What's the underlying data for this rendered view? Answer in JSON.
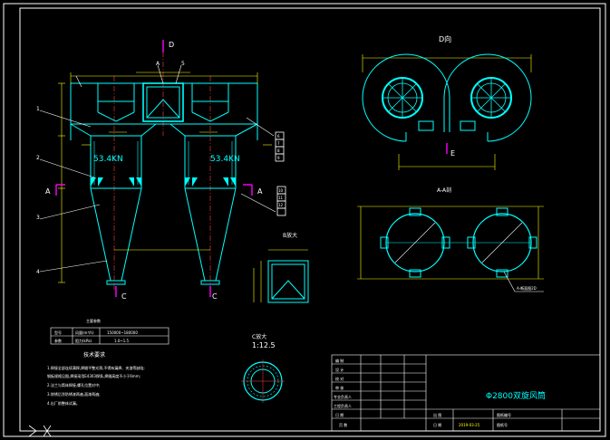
{
  "colors": {
    "background": "#000000",
    "frame": "#ffffff",
    "body_lines": "#00ffff",
    "dimensions": "#ffff00",
    "section_marks": "#ff00ff",
    "centerlines": "#ff4040",
    "text": "#ffffff"
  },
  "front_view": {
    "section_label_top": "D",
    "section_label_bottom_left": "C",
    "section_label_bottom_right": "C",
    "section_label_left": "A",
    "section_label_right": "A",
    "load_left": "53.4KN",
    "load_right": "53.4KN",
    "callout_left": [
      "1",
      "2",
      "3",
      "4"
    ],
    "callout_right_upper": [
      "6",
      "7",
      "8",
      "9"
    ],
    "callout_right_lower": [
      "10",
      "11",
      "12"
    ],
    "callout_top": [
      "A",
      "5"
    ]
  },
  "top_view": {
    "title": "D向",
    "section_label": "E"
  },
  "section_aa": {
    "title": "A-A剖",
    "callout": "A-断面图2D"
  },
  "detail_b": {
    "title": "B放大"
  },
  "detail_c": {
    "title": "C放大",
    "scale": "1:12.5"
  },
  "tech_table": {
    "title": "主要参数",
    "rows": [
      [
        "型号",
        "风量(m³/h)",
        "150000~180000"
      ],
      [
        "参数",
        "阻力(kPa)",
        "1.0~1.5"
      ]
    ]
  },
  "tech_requirements": {
    "title": "技术要求",
    "items": [
      "1.焊接全部连续满焊,焊缝平整光滑,不得有漏焊、夹渣等缺陷;",
      "  钢板规格见图,焊接采用E4303焊条,焊缝高度不小于6mm;",
      "2.法兰与筒体焊接,螺孔位置对中;",
      "3.除锈后涂防锈漆两遍,面漆两遍;",
      "4.出厂前整体试漏。"
    ]
  },
  "title_block": {
    "drawing_title": "Φ2800双旋风筒",
    "left_labels": [
      "编 制",
      "设 计",
      "校 对",
      "审 核",
      "专业负责人",
      "工程负责人",
      "日 期"
    ],
    "page_label": "页 数",
    "out_label": "出 图",
    "date_label": "日 期",
    "date_value": "2019-03-25",
    "right_labels": [
      "图纸编号",
      "图纸号"
    ]
  }
}
